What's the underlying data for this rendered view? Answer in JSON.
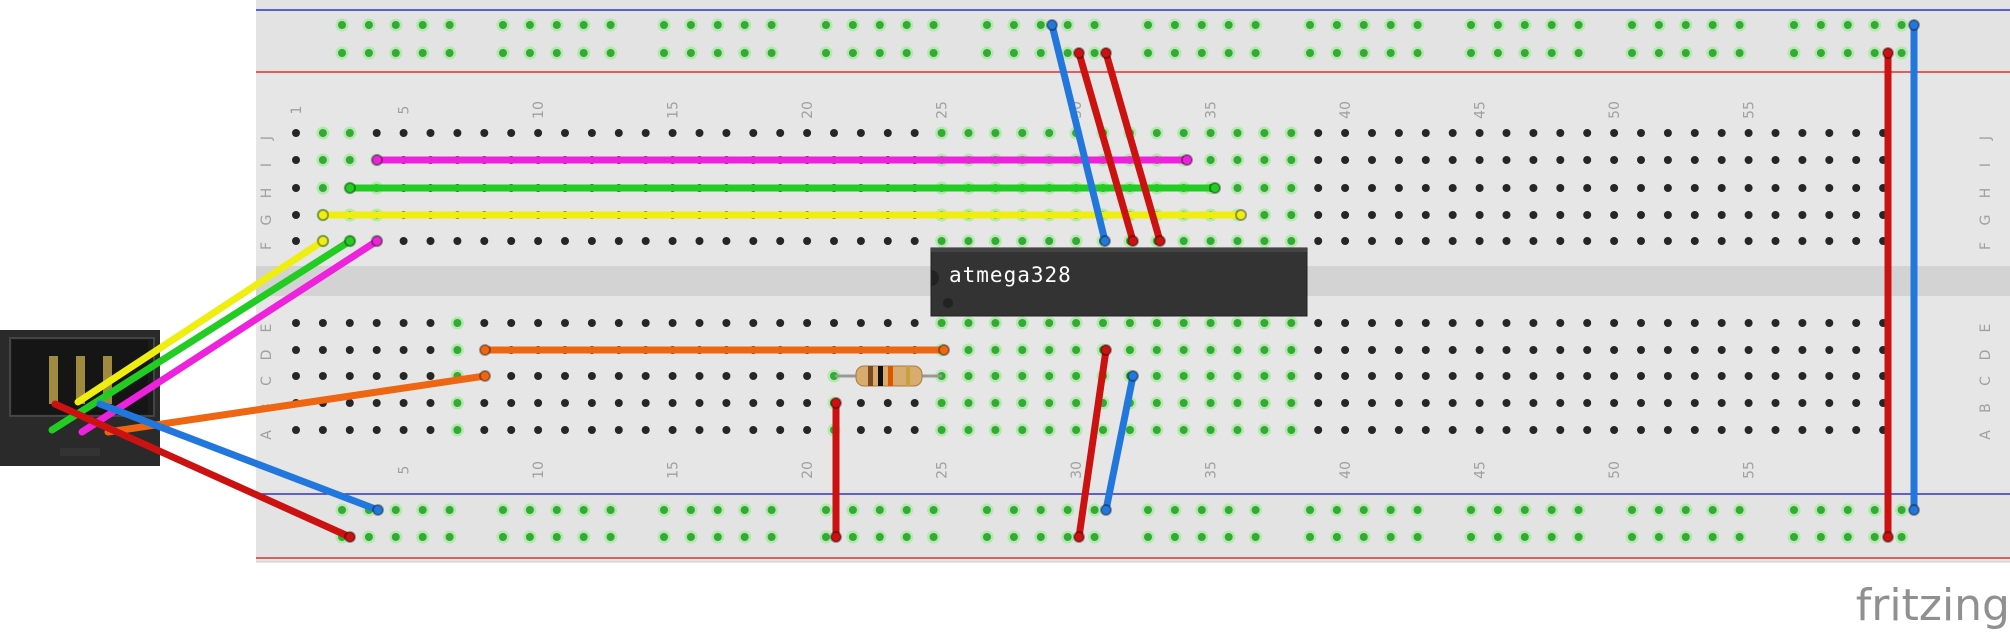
{
  "chip": {
    "label": "atmega328"
  },
  "watermark": {
    "text": "fritzing"
  },
  "breadboard": {
    "columns": 60,
    "column_numbers_top": [
      "1",
      "5",
      "10",
      "15",
      "20",
      "25",
      "30",
      "35",
      "40",
      "45",
      "50",
      "55"
    ],
    "column_numbers_bottom": [
      "5",
      "10",
      "15",
      "20",
      "25",
      "30",
      "35",
      "40",
      "45",
      "50",
      "55"
    ],
    "row_letters_top": [
      "J",
      "I",
      "H",
      "G",
      "F"
    ],
    "row_letters_bottom": [
      "E",
      "D",
      "C",
      "B",
      "A"
    ]
  },
  "wires": [
    {
      "name": "magenta-wire",
      "color": "#ee22dd"
    },
    {
      "name": "green-wire",
      "color": "#22cc22"
    },
    {
      "name": "yellow-wire",
      "color": "#eeee11"
    },
    {
      "name": "orange-wire",
      "color": "#ee6611"
    },
    {
      "name": "red-wire",
      "color": "#cc1111"
    },
    {
      "name": "blue-wire",
      "color": "#2277dd"
    }
  ],
  "colors": {
    "board": "#e6e6e6",
    "board_shadow": "#d6d6d6",
    "channel": "#d3d3d3",
    "hole": "#262626",
    "hole_active": "#33aa33",
    "rail_red": "#dd3333",
    "rail_blue": "#3333cc",
    "chip_body": "#333333",
    "header_body": "#2a2a2a"
  }
}
